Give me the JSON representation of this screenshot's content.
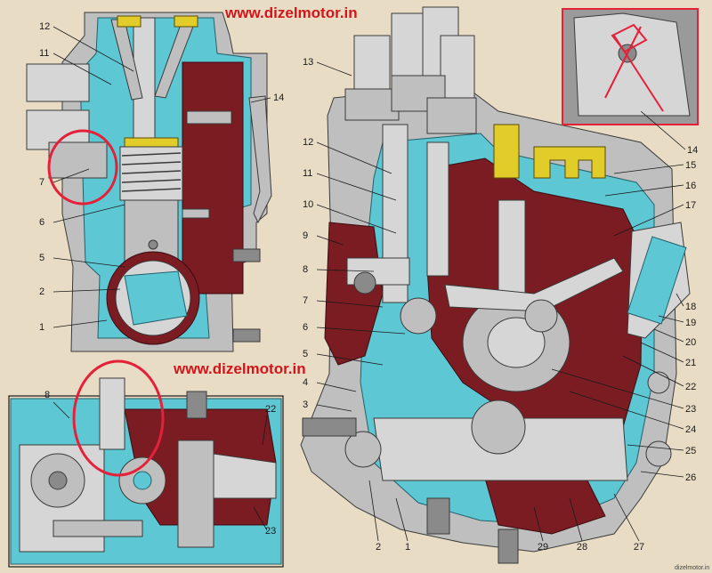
{
  "watermarks": [
    "www.dizelmotor.in",
    "www.dizelmotor.in"
  ],
  "footer_credit": "dizelmotor.in",
  "colors": {
    "cutaway": "#5ec7d4",
    "housing": "#7a1c22",
    "metal": "#bfbfbf",
    "highlight": "#e5213a",
    "watermark": "#d4141a",
    "paper": "#e8dcc4"
  },
  "top_left_view": {
    "labels": [
      "12",
      "11",
      "14",
      "7",
      "6",
      "5",
      "2",
      "1"
    ]
  },
  "bottom_left_view": {
    "labels": [
      "8",
      "22",
      "23"
    ]
  },
  "main_view": {
    "labels": [
      "13",
      "12",
      "11",
      "10",
      "9",
      "8",
      "7",
      "6",
      "5",
      "4",
      "3",
      "2",
      "1",
      "29",
      "28",
      "27",
      "26",
      "25",
      "24",
      "23",
      "22",
      "21",
      "20",
      "19",
      "18",
      "17",
      "16",
      "15"
    ]
  },
  "inset_view": {
    "labels": [
      "14"
    ]
  }
}
